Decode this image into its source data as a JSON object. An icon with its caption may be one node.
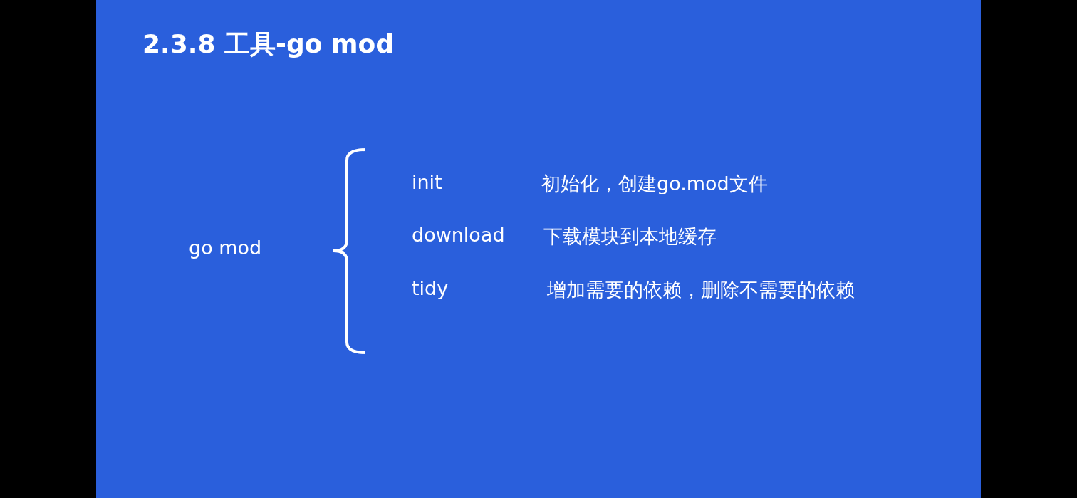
{
  "diagram": {
    "title": "2.3.8 工具-go mod",
    "labels": [
      "go mod",
      "init",
      "初始化，创建go.mod文件",
      "download",
      "下载模块到本地缓存",
      "tidy",
      "增加需要的依赖，删除不需要的依赖"
    ]
  }
}
